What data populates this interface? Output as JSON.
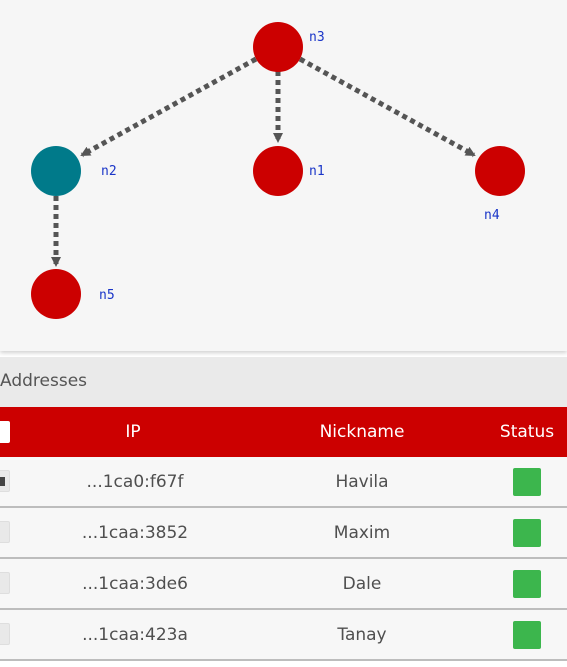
{
  "graph": {
    "nodes": [
      {
        "id": "n3",
        "label": "n3",
        "color": "#cc0000"
      },
      {
        "id": "n2",
        "label": "n2",
        "color": "#007a8a"
      },
      {
        "id": "n1",
        "label": "n1",
        "color": "#cc0000"
      },
      {
        "id": "n4",
        "label": "n4",
        "color": "#cc0000"
      },
      {
        "id": "n5",
        "label": "n5",
        "color": "#cc0000"
      }
    ],
    "edges": [
      {
        "from": "n3",
        "to": "n2"
      },
      {
        "from": "n3",
        "to": "n1"
      },
      {
        "from": "n3",
        "to": "n4"
      },
      {
        "from": "n2",
        "to": "n5"
      }
    ],
    "edge_color": "#555555",
    "label_color": "#1a35c8"
  },
  "addresses": {
    "title": "Addresses",
    "columns": {
      "ip": "IP",
      "nickname": "Nickname",
      "status": "Status"
    },
    "header_color": "#cc0000",
    "rows": [
      {
        "ip": "...1ca0:f67f",
        "nickname": "Havila",
        "status_color": "#3cb64d",
        "checked": true
      },
      {
        "ip": "...1caa:3852",
        "nickname": "Maxim",
        "status_color": "#3cb64d",
        "checked": false
      },
      {
        "ip": "...1caa:3de6",
        "nickname": "Dale",
        "status_color": "#3cb64d",
        "checked": false
      },
      {
        "ip": "...1caa:423a",
        "nickname": "Tanay",
        "status_color": "#3cb64d",
        "checked": false
      }
    ]
  }
}
